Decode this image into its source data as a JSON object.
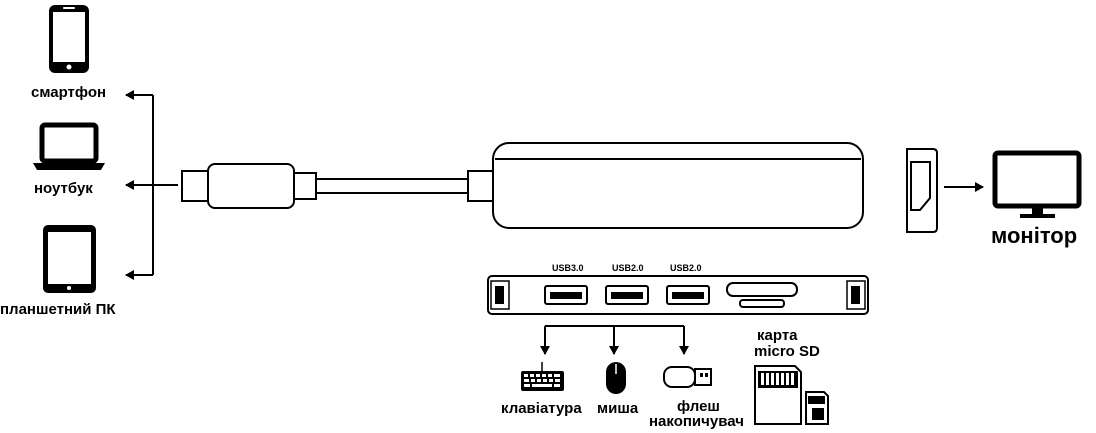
{
  "devices": {
    "smartphone": "смартфон",
    "laptop": "ноутбук",
    "tablet": "планшетний ПК"
  },
  "monitor": {
    "label": "монітор"
  },
  "ports": {
    "usb1": "USB3.0",
    "usb2": "USB2.0",
    "usb3": "USB2.0"
  },
  "peripherals": {
    "keyboard": "клавіатура",
    "mouse": "миша",
    "flash_line1": "флеш",
    "flash_line2": "накопичувач",
    "card_line1": "карта",
    "card_line2": "micro SD"
  },
  "colors": {
    "stroke": "#000000",
    "background": "#ffffff"
  }
}
